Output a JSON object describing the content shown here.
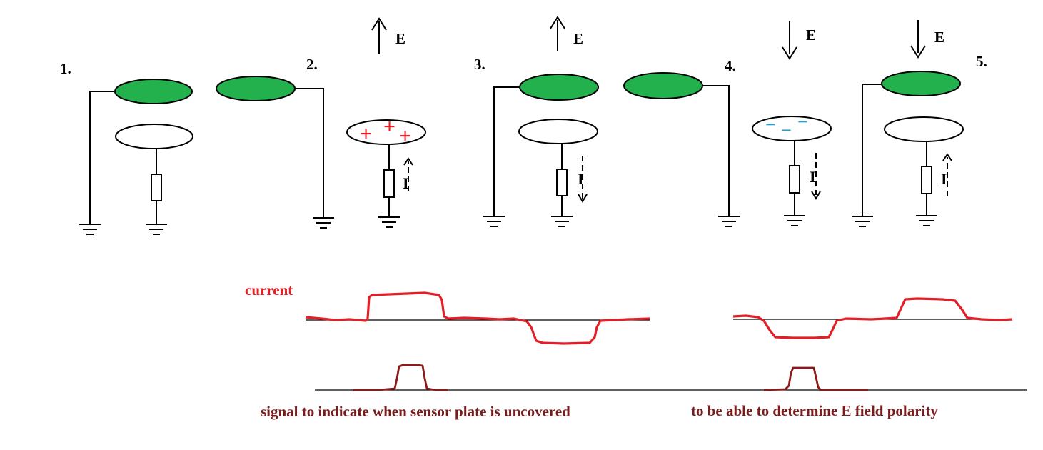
{
  "labels": {
    "stage1": "1.",
    "stage2": "2.",
    "stage3": "3.",
    "stage4": "4.",
    "stage5": "5.",
    "field_symbol": "E",
    "current_symbol": "I",
    "plus": "+",
    "minus": "−",
    "current_trace": "current",
    "signal_caption_a": "signal to indicate when sensor plate is uncovered",
    "signal_caption_b": "to be able to determine E field polarity"
  },
  "colors": {
    "shutter_plate": "#22b14c",
    "sensor_plate": "#ffffff",
    "positive_charge": "#ed1c24",
    "negative_charge": "#1c9ed8",
    "current_trace": "#e21f26",
    "signal_trace": "#8b1a1a",
    "caption_text": "#7a1c1c",
    "wire": "#000000"
  }
}
